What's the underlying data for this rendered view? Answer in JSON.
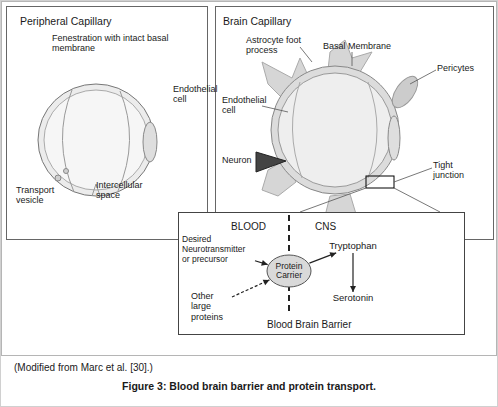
{
  "diagram": {
    "caption": "Figure 3: Blood brain barrier and protein transport.",
    "nodes": [
      {
        "text": [
          "Peripheral Capillary"
        ]
      },
      {
        "text": [
          "Brain Capillary"
        ]
      },
      {
        "text": [
          "BLOOD",
          "CNS",
          "Blood Brain Barrier"
        ]
      },
      {
        "text": [
          "Protein Carrier"
        ],
        "in": 2
      },
      {
        "text": [
          "Desired Neurotransmitter or precursor"
        ],
        "in": 2
      },
      {
        "text": [
          "Other large proteins"
        ],
        "in": 2
      },
      {
        "text": [
          "Tryptophan"
        ],
        "in": 2
      },
      {
        "text": [
          "Serotonin"
        ],
        "in": 2
      }
    ],
    "edges": [
      {
        "from": 4,
        "to": 3,
        "arrow": "to"
      },
      {
        "from": 5,
        "to": 3,
        "arrow": "to"
      },
      {
        "from": 3,
        "to": 6,
        "arrow": "to"
      },
      {
        "from": 6,
        "to": 7,
        "arrow": "to"
      }
    ],
    "labels": [
      "Fenestration with intact basal membrane",
      "Endothelial cell",
      "Transport vesicle",
      "Intercellular space",
      "Astrocyte foot process",
      "Basal Membrane",
      "Pericytes",
      "Endothelial cell",
      "Neuron",
      "Tight junction",
      "(Modified from Marc et al. [30].)"
    ]
  }
}
